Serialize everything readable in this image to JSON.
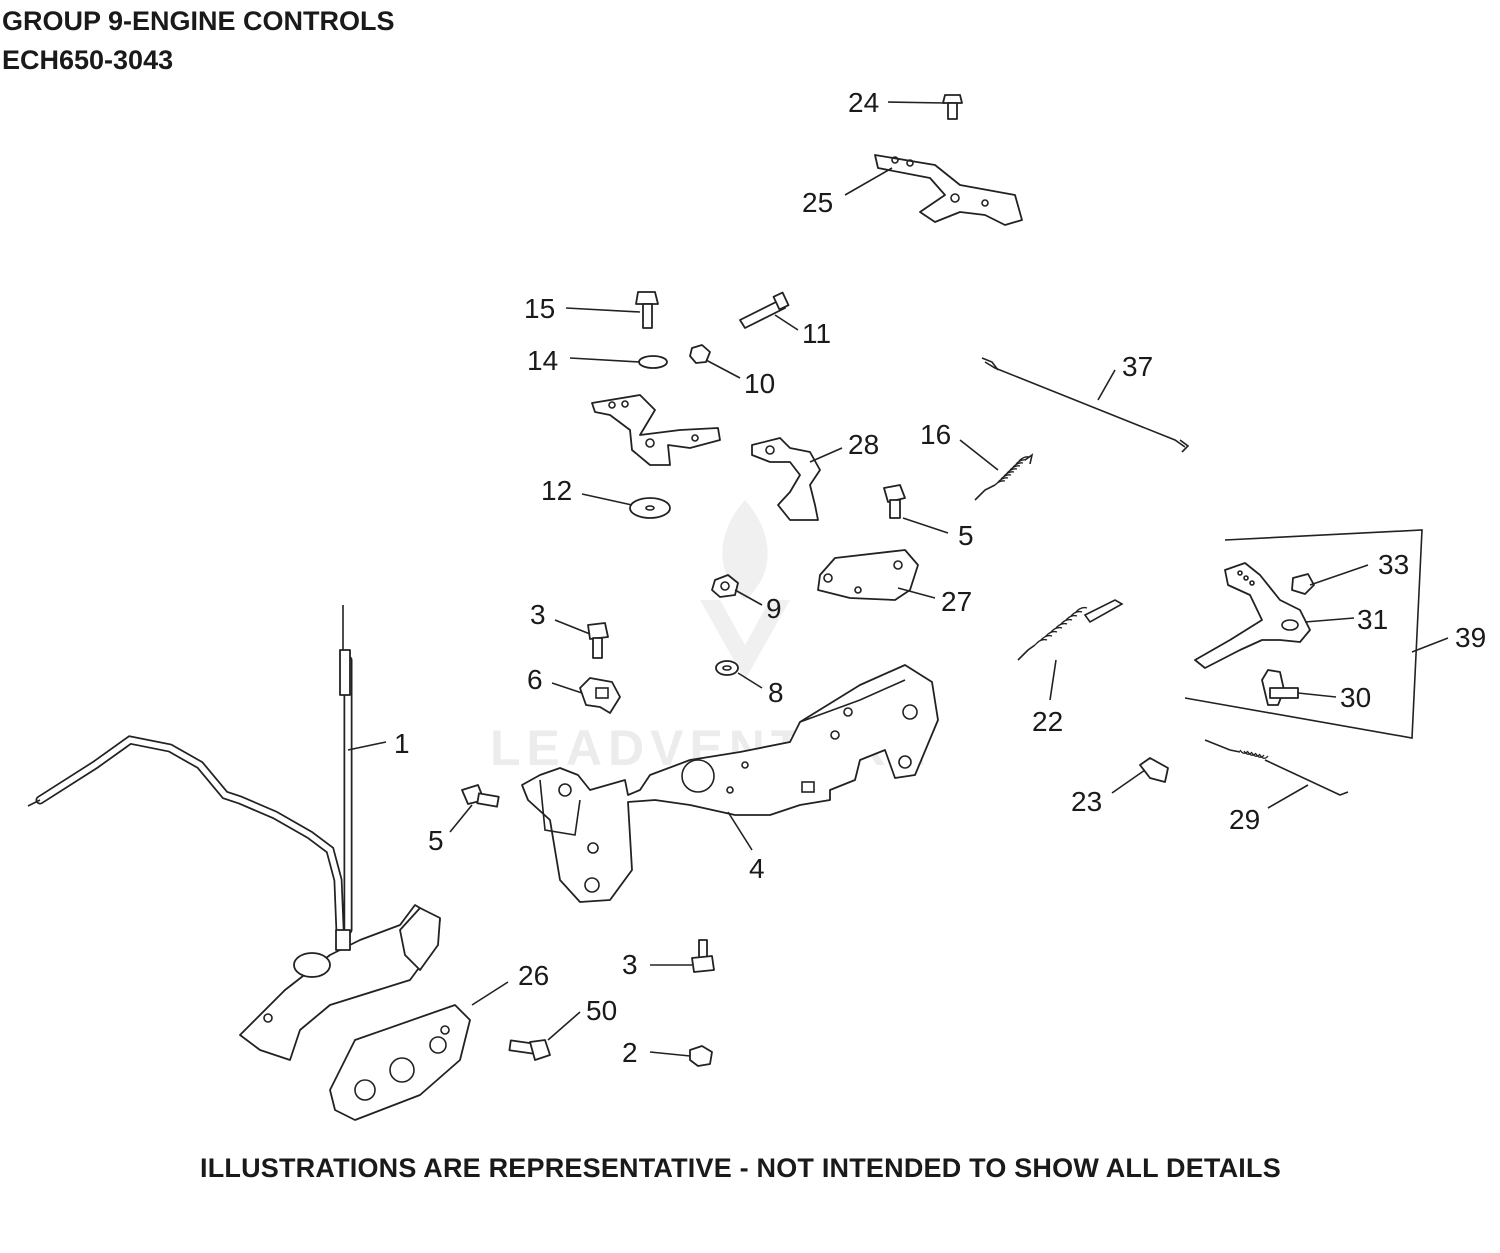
{
  "header": {
    "title_line1": "GROUP 9-ENGINE CONTROLS",
    "title_line2": "ECH650-3043"
  },
  "footer": {
    "note": "ILLUSTRATIONS ARE REPRESENTATIVE - NOT INTENDED TO SHOW ALL DETAILS"
  },
  "watermark": {
    "text": "LEADVENTURE"
  },
  "callouts": {
    "c1": "1",
    "c2": "2",
    "c3a": "3",
    "c3b": "3",
    "c4": "4",
    "c5a": "5",
    "c5b": "5",
    "c6": "6",
    "c8": "8",
    "c9": "9",
    "c10": "10",
    "c11": "11",
    "c12": "12",
    "c14": "14",
    "c15": "15",
    "c16": "16",
    "c22": "22",
    "c23": "23",
    "c24": "24",
    "c25": "25",
    "c26": "26",
    "c27": "27",
    "c28": "28",
    "c29": "29",
    "c30": "30",
    "c31": "31",
    "c33": "33",
    "c37": "37",
    "c39": "39",
    "c50": "50"
  }
}
